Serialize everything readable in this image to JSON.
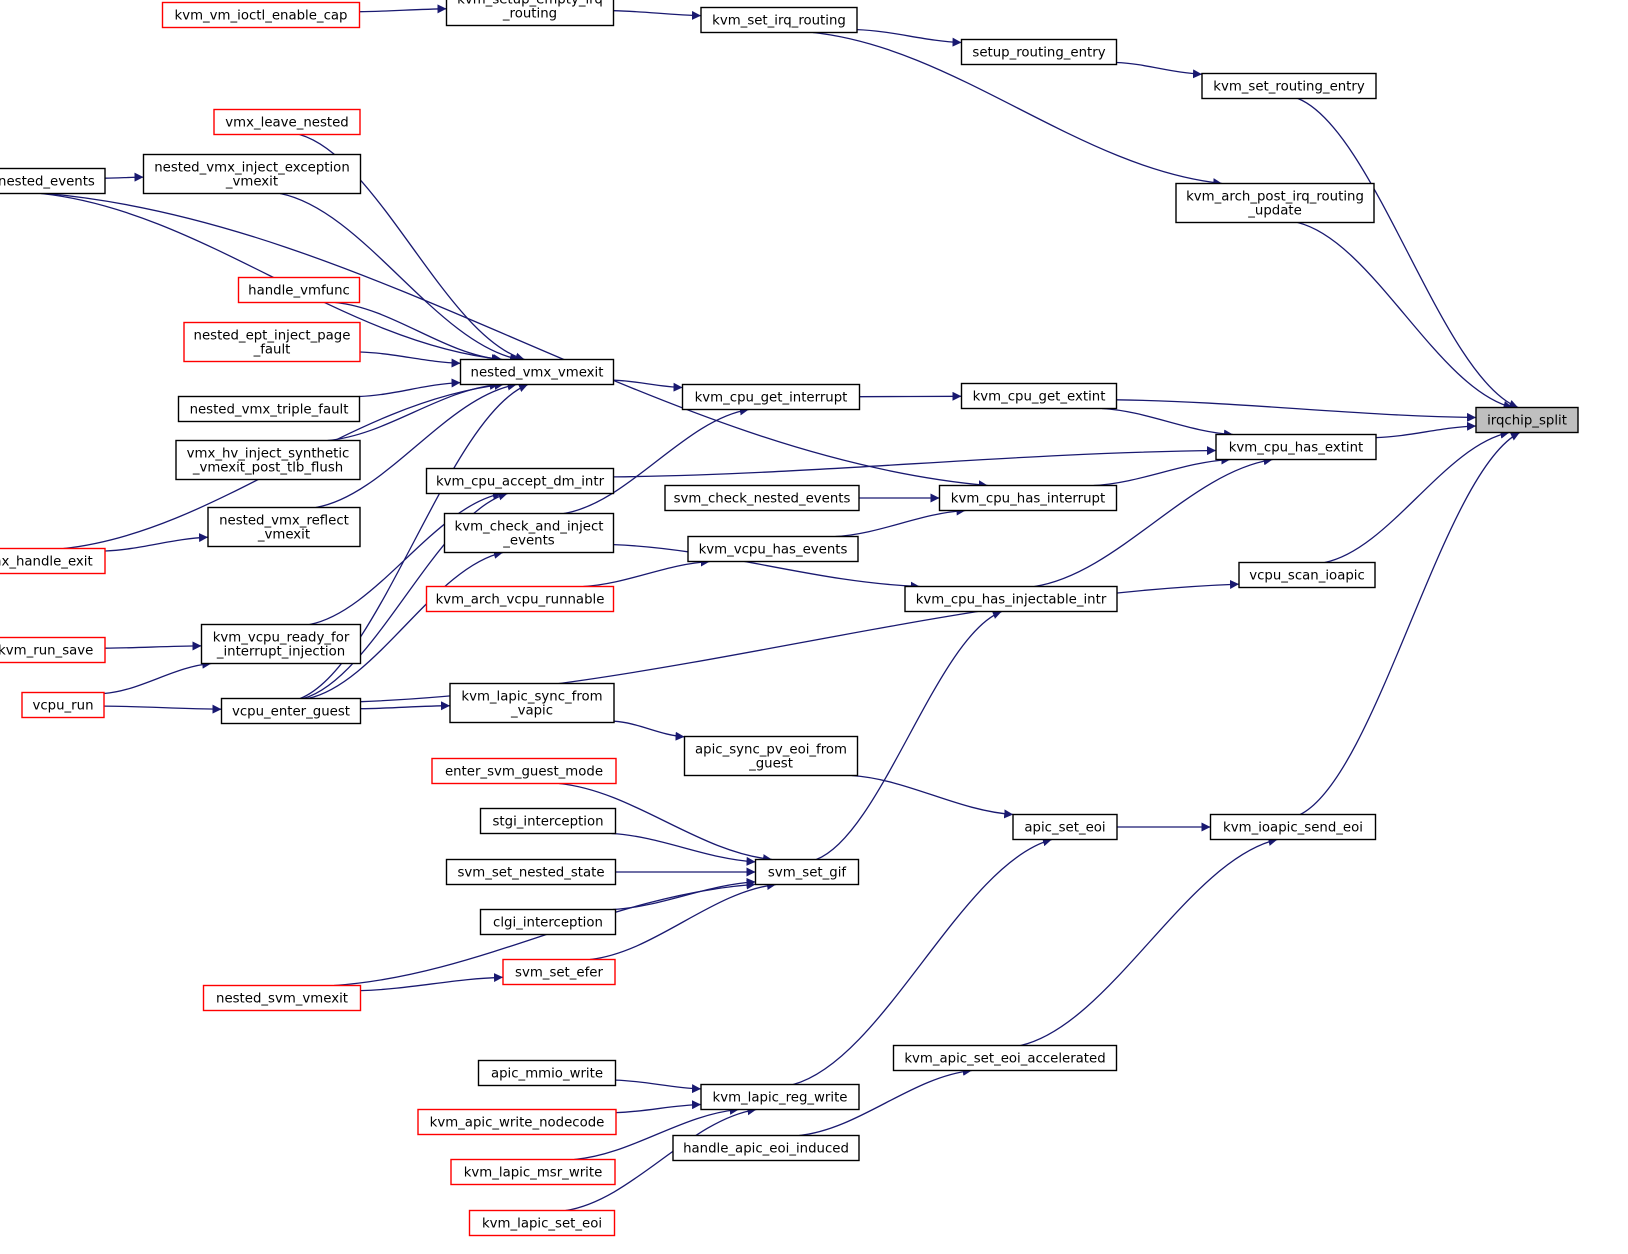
{
  "colors": {
    "edge": "#191970",
    "node_border": "#000000",
    "truncated_border": "#ff0000",
    "highlight_fill": "#bfbfbf"
  },
  "nodes": [
    {
      "id": "irqchip_split",
      "lines": [
        "irqchip_split"
      ],
      "style": "highlight"
    },
    {
      "id": "kvm_vm_ioctl_enable_cap",
      "lines": [
        "kvm_vm_ioctl_enable_cap"
      ],
      "style": "truncated"
    },
    {
      "id": "kvm_setup_empty_irq_routing",
      "lines": [
        "kvm_setup_empty_irq",
        "_routing"
      ],
      "style": "normal"
    },
    {
      "id": "kvm_set_irq_routing",
      "lines": [
        "kvm_set_irq_routing"
      ],
      "style": "normal"
    },
    {
      "id": "setup_routing_entry",
      "lines": [
        "setup_routing_entry"
      ],
      "style": "normal"
    },
    {
      "id": "kvm_set_routing_entry",
      "lines": [
        "kvm_set_routing_entry"
      ],
      "style": "normal"
    },
    {
      "id": "kvm_arch_post_irq_routing_update",
      "lines": [
        "kvm_arch_post_irq_routing",
        "_update"
      ],
      "style": "normal"
    },
    {
      "id": "vmx_leave_nested",
      "lines": [
        "vmx_leave_nested"
      ],
      "style": "truncated"
    },
    {
      "id": "vmx_check_nested_events",
      "lines": [
        "vmx_check_nested_events"
      ],
      "style": "normal"
    },
    {
      "id": "nested_vmx_inject_exception_vmexit",
      "lines": [
        "nested_vmx_inject_exception",
        "_vmexit"
      ],
      "style": "normal"
    },
    {
      "id": "handle_vmfunc",
      "lines": [
        "handle_vmfunc"
      ],
      "style": "truncated"
    },
    {
      "id": "nested_ept_inject_page_fault",
      "lines": [
        "nested_ept_inject_page",
        "_fault"
      ],
      "style": "truncated"
    },
    {
      "id": "nested_vmx_vmexit",
      "lines": [
        "nested_vmx_vmexit"
      ],
      "style": "normal"
    },
    {
      "id": "nested_vmx_triple_fault",
      "lines": [
        "nested_vmx_triple_fault"
      ],
      "style": "normal"
    },
    {
      "id": "vmx_hv_inject_synthetic_vmexit_post_tlb_flush",
      "lines": [
        "vmx_hv_inject_synthetic",
        "_vmexit_post_tlb_flush"
      ],
      "style": "normal"
    },
    {
      "id": "kvm_cpu_get_interrupt",
      "lines": [
        "kvm_cpu_get_interrupt"
      ],
      "style": "normal"
    },
    {
      "id": "kvm_cpu_get_extint",
      "lines": [
        "kvm_cpu_get_extint"
      ],
      "style": "normal"
    },
    {
      "id": "kvm_cpu_has_extint",
      "lines": [
        "kvm_cpu_has_extint"
      ],
      "style": "normal"
    },
    {
      "id": "kvm_cpu_accept_dm_intr",
      "lines": [
        "kvm_cpu_accept_dm_intr"
      ],
      "style": "normal"
    },
    {
      "id": "svm_check_nested_events",
      "lines": [
        "svm_check_nested_events"
      ],
      "style": "normal"
    },
    {
      "id": "kvm_cpu_has_interrupt",
      "lines": [
        "kvm_cpu_has_interrupt"
      ],
      "style": "normal"
    },
    {
      "id": "nested_vmx_reflect_vmexit",
      "lines": [
        "nested_vmx_reflect",
        "_vmexit"
      ],
      "style": "normal"
    },
    {
      "id": "kvm_check_and_inject_events",
      "lines": [
        "kvm_check_and_inject",
        "_events"
      ],
      "style": "normal"
    },
    {
      "id": "kvm_vcpu_has_events",
      "lines": [
        "kvm_vcpu_has_events"
      ],
      "style": "normal"
    },
    {
      "id": "__vmx_handle_exit",
      "lines": [
        "__vmx_handle_exit"
      ],
      "style": "truncated"
    },
    {
      "id": "kvm_arch_vcpu_runnable",
      "lines": [
        "kvm_arch_vcpu_runnable"
      ],
      "style": "truncated"
    },
    {
      "id": "kvm_cpu_has_injectable_intr",
      "lines": [
        "kvm_cpu_has_injectable_intr"
      ],
      "style": "normal"
    },
    {
      "id": "vcpu_scan_ioapic",
      "lines": [
        "vcpu_scan_ioapic"
      ],
      "style": "normal"
    },
    {
      "id": "post_kvm_run_save",
      "lines": [
        "post_kvm_run_save"
      ],
      "style": "truncated"
    },
    {
      "id": "kvm_vcpu_ready_for_interrupt_injection",
      "lines": [
        "kvm_vcpu_ready_for",
        "_interrupt_injection"
      ],
      "style": "normal"
    },
    {
      "id": "vcpu_run",
      "lines": [
        "vcpu_run"
      ],
      "style": "truncated"
    },
    {
      "id": "vcpu_enter_guest",
      "lines": [
        "vcpu_enter_guest"
      ],
      "style": "normal"
    },
    {
      "id": "kvm_lapic_sync_from_vapic",
      "lines": [
        "kvm_lapic_sync_from",
        "_vapic"
      ],
      "style": "normal"
    },
    {
      "id": "apic_sync_pv_eoi_from_guest",
      "lines": [
        "apic_sync_pv_eoi_from",
        "_guest"
      ],
      "style": "normal"
    },
    {
      "id": "enter_svm_guest_mode",
      "lines": [
        "enter_svm_guest_mode"
      ],
      "style": "truncated"
    },
    {
      "id": "stgi_interception",
      "lines": [
        "stgi_interception"
      ],
      "style": "normal"
    },
    {
      "id": "apic_set_eoi",
      "lines": [
        "apic_set_eoi"
      ],
      "style": "normal"
    },
    {
      "id": "kvm_ioapic_send_eoi",
      "lines": [
        "kvm_ioapic_send_eoi"
      ],
      "style": "normal"
    },
    {
      "id": "svm_set_nested_state",
      "lines": [
        "svm_set_nested_state"
      ],
      "style": "normal"
    },
    {
      "id": "svm_set_gif",
      "lines": [
        "svm_set_gif"
      ],
      "style": "normal"
    },
    {
      "id": "clgi_interception",
      "lines": [
        "clgi_interception"
      ],
      "style": "normal"
    },
    {
      "id": "svm_set_efer",
      "lines": [
        "svm_set_efer"
      ],
      "style": "truncated"
    },
    {
      "id": "nested_svm_vmexit",
      "lines": [
        "nested_svm_vmexit"
      ],
      "style": "truncated"
    },
    {
      "id": "kvm_apic_set_eoi_accelerated",
      "lines": [
        "kvm_apic_set_eoi_accelerated"
      ],
      "style": "normal"
    },
    {
      "id": "apic_mmio_write",
      "lines": [
        "apic_mmio_write"
      ],
      "style": "normal"
    },
    {
      "id": "kvm_lapic_reg_write",
      "lines": [
        "kvm_lapic_reg_write"
      ],
      "style": "normal"
    },
    {
      "id": "kvm_apic_write_nodecode",
      "lines": [
        "kvm_apic_write_nodecode"
      ],
      "style": "truncated"
    },
    {
      "id": "handle_apic_eoi_induced",
      "lines": [
        "handle_apic_eoi_induced"
      ],
      "style": "normal"
    },
    {
      "id": "kvm_lapic_msr_write",
      "lines": [
        "kvm_lapic_msr_write"
      ],
      "style": "truncated"
    },
    {
      "id": "kvm_lapic_set_eoi",
      "lines": [
        "kvm_lapic_set_eoi"
      ],
      "style": "truncated"
    }
  ],
  "edges": [
    {
      "from": "kvm_vm_ioctl_enable_cap",
      "to": "kvm_setup_empty_irq_routing"
    },
    {
      "from": "kvm_setup_empty_irq_routing",
      "to": "kvm_set_irq_routing"
    },
    {
      "from": "kvm_set_irq_routing",
      "to": "setup_routing_entry"
    },
    {
      "from": "kvm_set_irq_routing",
      "to": "kvm_arch_post_irq_routing_update"
    },
    {
      "from": "setup_routing_entry",
      "to": "kvm_set_routing_entry"
    },
    {
      "from": "kvm_set_routing_entry",
      "to": "irqchip_split"
    },
    {
      "from": "kvm_arch_post_irq_routing_update",
      "to": "irqchip_split"
    },
    {
      "from": "vmx_check_nested_events",
      "to": "nested_vmx_inject_exception_vmexit"
    },
    {
      "from": "vmx_check_nested_events",
      "to": "nested_vmx_vmexit"
    },
    {
      "from": "vmx_check_nested_events",
      "to": "kvm_cpu_has_interrupt"
    },
    {
      "from": "vmx_leave_nested",
      "to": "nested_vmx_vmexit"
    },
    {
      "from": "nested_vmx_inject_exception_vmexit",
      "to": "nested_vmx_vmexit"
    },
    {
      "from": "handle_vmfunc",
      "to": "nested_vmx_vmexit"
    },
    {
      "from": "nested_ept_inject_page_fault",
      "to": "nested_vmx_vmexit"
    },
    {
      "from": "nested_vmx_triple_fault",
      "to": "nested_vmx_vmexit"
    },
    {
      "from": "vmx_hv_inject_synthetic_vmexit_post_tlb_flush",
      "to": "nested_vmx_vmexit"
    },
    {
      "from": "nested_vmx_reflect_vmexit",
      "to": "nested_vmx_vmexit"
    },
    {
      "from": "__vmx_handle_exit",
      "to": "nested_vmx_vmexit"
    },
    {
      "from": "__vmx_handle_exit",
      "to": "nested_vmx_reflect_vmexit"
    },
    {
      "from": "vcpu_enter_guest",
      "to": "nested_vmx_vmexit"
    },
    {
      "from": "nested_vmx_vmexit",
      "to": "kvm_cpu_get_interrupt"
    },
    {
      "from": "kvm_check_and_inject_events",
      "to": "kvm_cpu_get_interrupt"
    },
    {
      "from": "kvm_cpu_get_interrupt",
      "to": "kvm_cpu_get_extint"
    },
    {
      "from": "kvm_cpu_get_extint",
      "to": "irqchip_split"
    },
    {
      "from": "kvm_cpu_get_extint",
      "to": "kvm_cpu_has_extint"
    },
    {
      "from": "kvm_cpu_has_extint",
      "to": "irqchip_split"
    },
    {
      "from": "kvm_cpu_accept_dm_intr",
      "to": "kvm_cpu_has_extint"
    },
    {
      "from": "kvm_cpu_has_interrupt",
      "to": "kvm_cpu_has_extint"
    },
    {
      "from": "kvm_cpu_has_injectable_intr",
      "to": "kvm_cpu_has_extint"
    },
    {
      "from": "svm_check_nested_events",
      "to": "kvm_cpu_has_interrupt"
    },
    {
      "from": "kvm_vcpu_has_events",
      "to": "kvm_cpu_has_interrupt"
    },
    {
      "from": "kvm_arch_vcpu_runnable",
      "to": "kvm_vcpu_has_events"
    },
    {
      "from": "kvm_check_and_inject_events",
      "to": "kvm_cpu_has_injectable_intr"
    },
    {
      "from": "svm_set_gif",
      "to": "kvm_cpu_has_injectable_intr"
    },
    {
      "from": "vcpu_scan_ioapic",
      "to": "irqchip_split"
    },
    {
      "from": "vcpu_enter_guest",
      "to": "vcpu_scan_ioapic"
    },
    {
      "from": "vcpu_enter_guest",
      "to": "kvm_cpu_accept_dm_intr"
    },
    {
      "from": "kvm_vcpu_ready_for_interrupt_injection",
      "to": "kvm_cpu_accept_dm_intr"
    },
    {
      "from": "vcpu_enter_guest",
      "to": "kvm_check_and_inject_events"
    },
    {
      "from": "post_kvm_run_save",
      "to": "kvm_vcpu_ready_for_interrupt_injection"
    },
    {
      "from": "vcpu_run",
      "to": "kvm_vcpu_ready_for_interrupt_injection"
    },
    {
      "from": "vcpu_run",
      "to": "vcpu_enter_guest"
    },
    {
      "from": "vcpu_enter_guest",
      "to": "kvm_lapic_sync_from_vapic"
    },
    {
      "from": "kvm_lapic_sync_from_vapic",
      "to": "apic_sync_pv_eoi_from_guest"
    },
    {
      "from": "apic_sync_pv_eoi_from_guest",
      "to": "apic_set_eoi"
    },
    {
      "from": "apic_set_eoi",
      "to": "kvm_ioapic_send_eoi"
    },
    {
      "from": "kvm_ioapic_send_eoi",
      "to": "irqchip_split"
    },
    {
      "from": "kvm_lapic_reg_write",
      "to": "apic_set_eoi"
    },
    {
      "from": "kvm_apic_set_eoi_accelerated",
      "to": "kvm_ioapic_send_eoi"
    },
    {
      "from": "handle_apic_eoi_induced",
      "to": "kvm_apic_set_eoi_accelerated"
    },
    {
      "from": "enter_svm_guest_mode",
      "to": "svm_set_gif"
    },
    {
      "from": "stgi_interception",
      "to": "svm_set_gif"
    },
    {
      "from": "svm_set_nested_state",
      "to": "svm_set_gif"
    },
    {
      "from": "clgi_interception",
      "to": "svm_set_gif"
    },
    {
      "from": "svm_set_efer",
      "to": "svm_set_gif"
    },
    {
      "from": "nested_svm_vmexit",
      "to": "svm_set_efer"
    },
    {
      "from": "nested_svm_vmexit",
      "to": "svm_set_gif"
    },
    {
      "from": "apic_mmio_write",
      "to": "kvm_lapic_reg_write"
    },
    {
      "from": "kvm_apic_write_nodecode",
      "to": "kvm_lapic_reg_write"
    },
    {
      "from": "kvm_lapic_msr_write",
      "to": "kvm_lapic_reg_write"
    },
    {
      "from": "kvm_lapic_set_eoi",
      "to": "kvm_lapic_reg_write"
    }
  ]
}
